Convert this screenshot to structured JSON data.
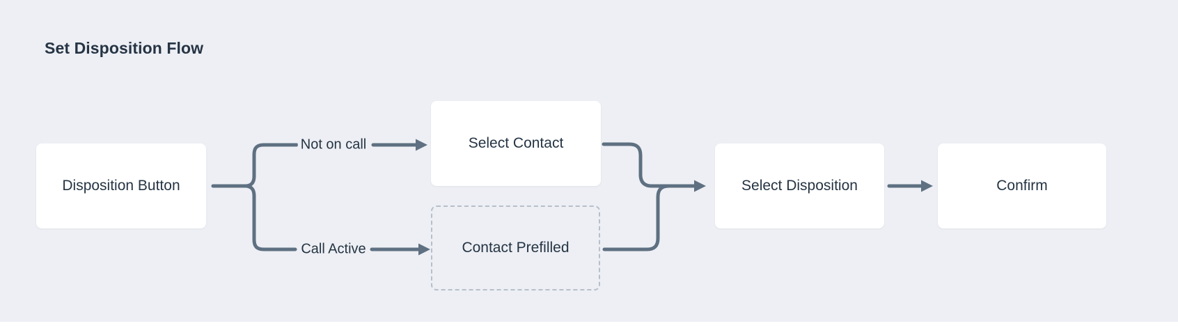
{
  "title": "Set Disposition Flow",
  "colors": {
    "background": "#edeff4",
    "node_fill": "#ffffff",
    "connector": "#5e7081",
    "text": "#253443",
    "dashed_border": "#b5bfcb"
  },
  "nodes": [
    {
      "id": "disposition-button",
      "label": "Disposition Button",
      "style": "solid"
    },
    {
      "id": "select-contact",
      "label": "Select Contact",
      "style": "solid"
    },
    {
      "id": "contact-prefilled",
      "label": "Contact Prefilled",
      "style": "dashed"
    },
    {
      "id": "select-disposition",
      "label": "Select Disposition",
      "style": "solid"
    },
    {
      "id": "confirm",
      "label": "Confirm",
      "style": "solid"
    }
  ],
  "edges": [
    {
      "from": "disposition-button",
      "to": "select-contact",
      "label": "Not on call"
    },
    {
      "from": "disposition-button",
      "to": "contact-prefilled",
      "label": "Call Active"
    },
    {
      "from": "select-contact",
      "to": "select-disposition",
      "label": ""
    },
    {
      "from": "contact-prefilled",
      "to": "select-disposition",
      "label": ""
    },
    {
      "from": "select-disposition",
      "to": "confirm",
      "label": ""
    }
  ]
}
